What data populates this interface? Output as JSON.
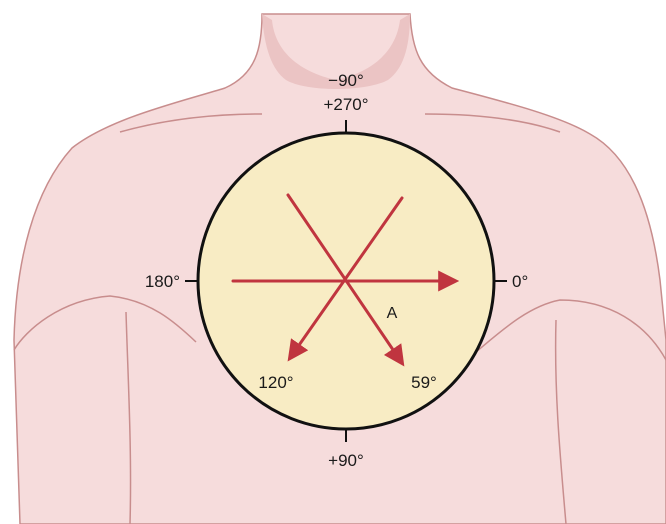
{
  "colors": {
    "skin_fill": "#f6dcdc",
    "skin_shadow": "#ebc4c4",
    "skin_outline": "#c88d8d",
    "circle_fill": "#f8ecc4",
    "circle_stroke": "#111111",
    "axis_color": "#c0353f",
    "text_color": "#1a1a1a"
  },
  "diagram": {
    "labels": {
      "top_upper": "−90°",
      "top_lower": "+270°",
      "right": "0°",
      "left": "180°",
      "bottom": "+90°",
      "lower_left": "120°",
      "lower_right": "59°",
      "vector": "A"
    },
    "axes": [
      {
        "name": "horizontal-axis",
        "arrow_direction_deg": 0
      },
      {
        "name": "axis-120",
        "arrow_direction_deg": 120
      },
      {
        "name": "axis-59",
        "arrow_direction_deg": 59
      }
    ]
  }
}
